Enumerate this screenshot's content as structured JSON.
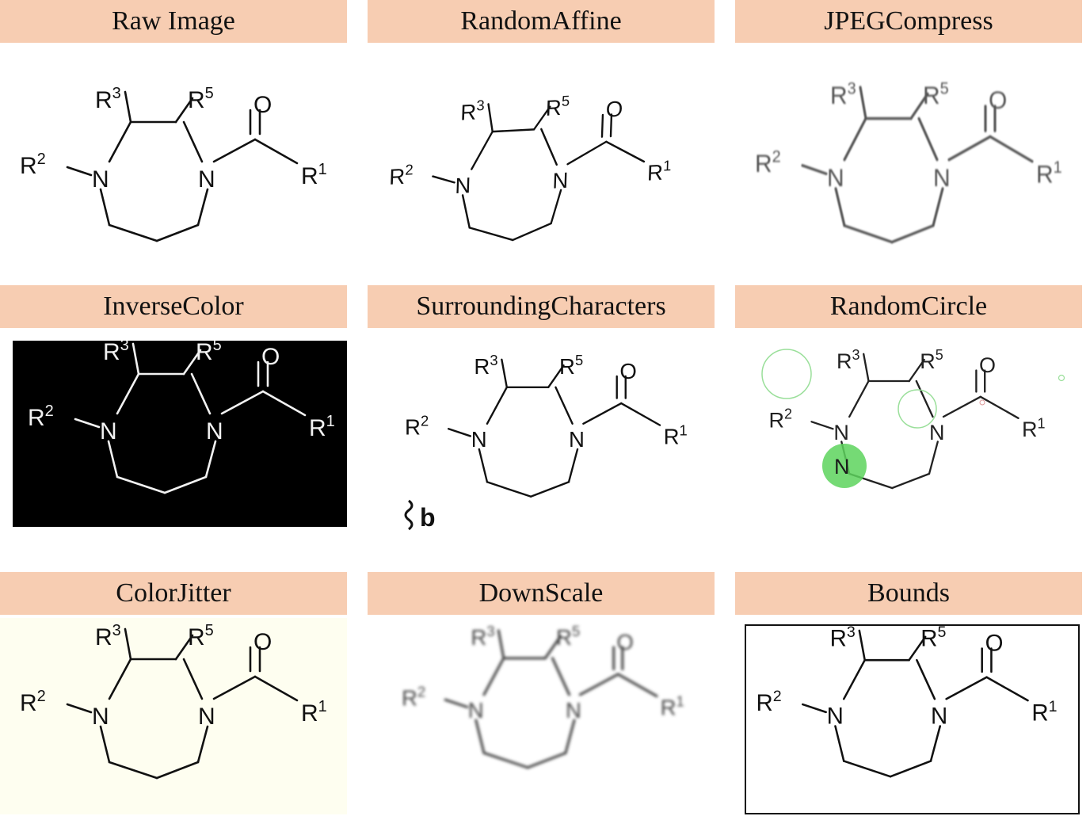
{
  "panels": [
    {
      "title": "Raw Image",
      "variant": "raw"
    },
    {
      "title": "RandomAffine",
      "variant": "affine"
    },
    {
      "title": "JPEGCompress",
      "variant": "jpeg"
    },
    {
      "title": "InverseColor",
      "variant": "inverse"
    },
    {
      "title": "SurroundingCharacters",
      "variant": "surround",
      "extra_text": "b"
    },
    {
      "title": "RandomCircle",
      "variant": "circle"
    },
    {
      "title": "ColorJitter",
      "variant": "jitter"
    },
    {
      "title": "DownScale",
      "variant": "downscale"
    },
    {
      "title": "Bounds",
      "variant": "bounds"
    }
  ],
  "molecule": {
    "labels": {
      "R2": {
        "base": "R",
        "sup": "2"
      },
      "R3": {
        "base": "R",
        "sup": "3"
      },
      "R5": {
        "base": "R",
        "sup": "5"
      },
      "O": "O",
      "N_left": "N",
      "N_right": "N",
      "R1": {
        "base": "R",
        "sup": "1"
      }
    }
  },
  "colors": {
    "header_bg": "#f7cdb2",
    "jitter_bg": "#fefef0",
    "inverse_bg": "#000000",
    "circle_green": "#5dd35d"
  }
}
